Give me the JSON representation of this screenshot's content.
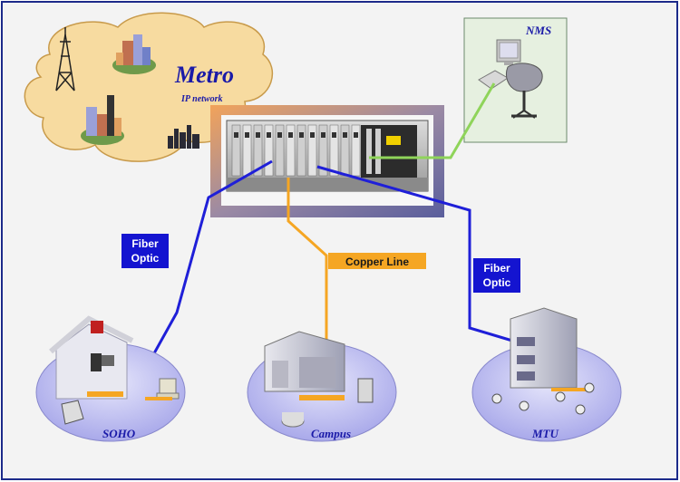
{
  "metro": {
    "title": "Metro",
    "subtitle": "IP network"
  },
  "nms": {
    "label": "NMS"
  },
  "links": {
    "fiber_left": [
      "Fiber",
      "Optic"
    ],
    "fiber_right": [
      "Fiber",
      "Optic"
    ],
    "copper": "Copper Line"
  },
  "sites": {
    "soho": "SOHO",
    "campus": "Campus",
    "mtu": "MTU"
  },
  "colors": {
    "fiber": "#1f1fd8",
    "copper": "#f5a623",
    "mgmt": "#8fd45a",
    "cloud": "#f7dba0",
    "site_ellipse": "#b4b4ee",
    "label_bg_blue": "#1414d0",
    "label_bg_orange": "#f5a623",
    "title_blue": "#1a1aa8"
  }
}
